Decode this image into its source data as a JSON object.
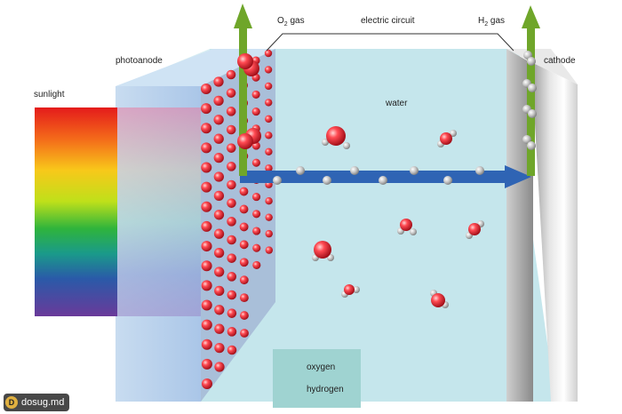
{
  "labels": {
    "sunlight": "sunlight",
    "photoanode": "photoanode",
    "cathode": "cathode",
    "water": "water",
    "electric_circuit": "electric circuit",
    "o2_prefix": "O",
    "o2_sub": "2",
    "o2_suffix": " gas",
    "h2_prefix": "H",
    "h2_sub": "2",
    "h2_suffix": " gas"
  },
  "legend": {
    "oxygen": "oxygen",
    "hydrogen": "hydrogen"
  },
  "watermark": {
    "logo_letter": "D",
    "text": "dosug.md"
  },
  "colors": {
    "water": "#c5e6ec",
    "oxygen": "#e02a35",
    "hydrogen": "#b5b5b5",
    "arrow_green": "#6fa62a",
    "arrow_blue": "#2f64b4",
    "legend_bg": "#9fd3d1"
  }
}
